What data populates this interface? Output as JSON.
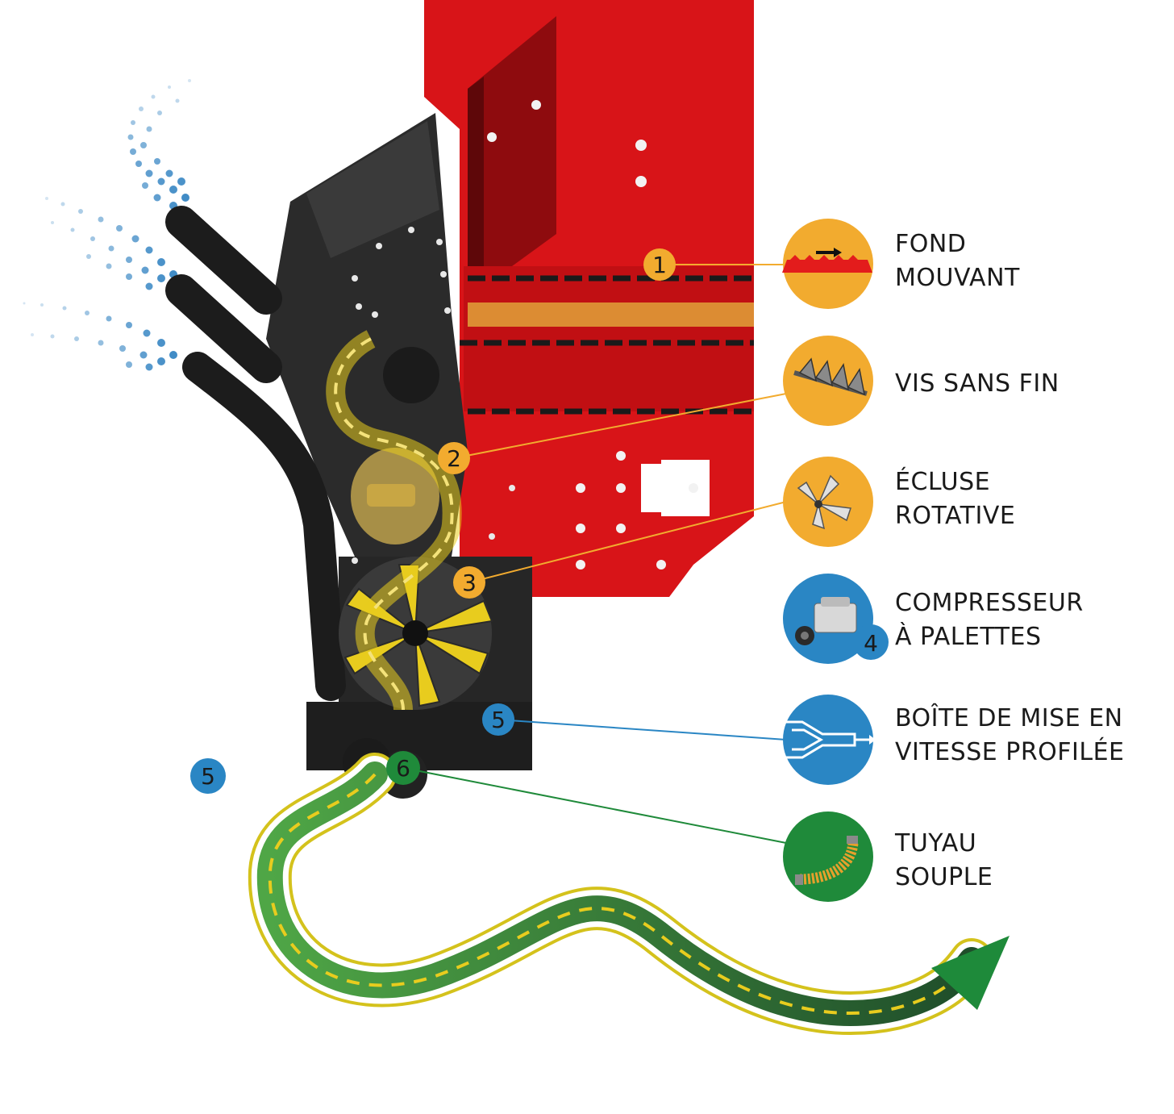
{
  "legend": [
    {
      "number": "1",
      "color": "#f2ab2f",
      "icon": "moving-floor-icon",
      "line1": "FOND",
      "line2": "MOUVANT"
    },
    {
      "number": "2",
      "color": "#f2ab2f",
      "icon": "auger-screw-icon",
      "line1": "VIS SANS FIN",
      "line2": ""
    },
    {
      "number": "3",
      "color": "#f2ab2f",
      "icon": "rotary-valve-icon",
      "line1": "ÉCLUSE",
      "line2": "ROTATIVE"
    },
    {
      "number": "4",
      "color": "#2a86c4",
      "icon": "vane-compressor-icon",
      "line1": "COMPRESSEUR",
      "line2": "À PALETTES"
    },
    {
      "number": "5",
      "color": "#2a86c4",
      "icon": "venturi-box-icon",
      "line1": "BOÎTE DE MISE EN",
      "line2": "VITESSE PROFILÉE"
    },
    {
      "number": "6",
      "color": "#1f8a3a",
      "icon": "flexible-hose-icon",
      "line1": "TUYAU",
      "line2": "SOUPLE"
    }
  ],
  "markers": {
    "m1": "1",
    "m2": "2",
    "m3": "3",
    "m4": "4",
    "m5a": "5",
    "m5b": "5",
    "m6": "6"
  },
  "colors": {
    "machine_red": "#d81418",
    "dark_metal": "#2a2a2a",
    "orange": "#f2ab2f",
    "blue": "#2a86c4",
    "green": "#1f8a3a",
    "yellow": "#e8cc1e"
  }
}
